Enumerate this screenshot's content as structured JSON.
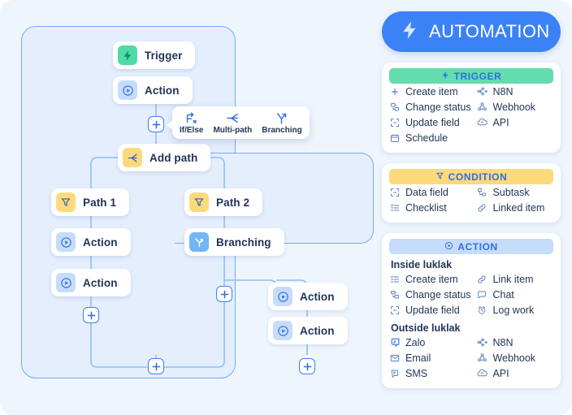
{
  "canvas": {
    "background": "#eff5fd",
    "flow_background": "#e4eefc",
    "flow_border": "#74abf5"
  },
  "flow": {
    "nodes": [
      {
        "id": "trigger",
        "label": "Trigger",
        "icon": "bolt-icon",
        "badge": "green"
      },
      {
        "id": "action-1",
        "label": "Action",
        "icon": "play-circle-icon",
        "badge": "lblue"
      },
      {
        "id": "add-path",
        "label": "Add path",
        "icon": "multipath-icon",
        "badge": "yellow"
      },
      {
        "id": "path-1",
        "label": "Path 1",
        "icon": "filter-icon",
        "badge": "yellow"
      },
      {
        "id": "path-2",
        "label": "Path 2",
        "icon": "filter-icon",
        "badge": "yellow"
      },
      {
        "id": "action-2",
        "label": "Action",
        "icon": "play-circle-icon",
        "badge": "lblue"
      },
      {
        "id": "branching",
        "label": "Branching",
        "icon": "branch-icon",
        "badge": "blue"
      },
      {
        "id": "action-3",
        "label": "Action",
        "icon": "play-circle-icon",
        "badge": "lblue"
      },
      {
        "id": "action-4",
        "label": "Action",
        "icon": "play-circle-icon",
        "badge": "lblue"
      },
      {
        "id": "action-5",
        "label": "Action",
        "icon": "play-circle-icon",
        "badge": "lblue"
      }
    ],
    "add_buttons": [
      {
        "id": "add-after-action-1"
      },
      {
        "id": "add-path1-end"
      },
      {
        "id": "add-branching-left"
      },
      {
        "id": "add-merge-bottom"
      },
      {
        "id": "add-right-bottom"
      }
    ]
  },
  "popup": {
    "items": [
      {
        "label": "If/Else",
        "icon": "if-else-icon"
      },
      {
        "label": "Multi-path",
        "icon": "multipath-icon"
      },
      {
        "label": "Branching",
        "icon": "branch-icon"
      }
    ]
  },
  "rail": {
    "automation": {
      "title": "AUTOMATION",
      "icon": "bolt-icon",
      "color": "#3b82f6"
    },
    "panels": [
      {
        "id": "trigger-panel",
        "title": "TRIGGER",
        "icon": "bolt-icon",
        "header_color": "#63ddae",
        "groups": [
          {
            "title": null,
            "col1": [
              {
                "label": "Create item",
                "icon": "plus-icon"
              },
              {
                "label": "Change status",
                "icon": "status-icon"
              },
              {
                "label": "Update field",
                "icon": "field-icon"
              },
              {
                "label": "Schedule",
                "icon": "calendar-icon"
              }
            ],
            "col2": [
              {
                "label": "N8N",
                "icon": "n8n-icon"
              },
              {
                "label": "Webhook",
                "icon": "webhook-icon"
              },
              {
                "label": "API",
                "icon": "api-icon"
              }
            ]
          }
        ]
      },
      {
        "id": "condition-panel",
        "title": "CONDITION",
        "icon": "filter-icon",
        "header_color": "#fcd97b",
        "groups": [
          {
            "title": null,
            "col1": [
              {
                "label": "Data field",
                "icon": "field-icon"
              },
              {
                "label": "Checklist",
                "icon": "checklist-icon"
              }
            ],
            "col2": [
              {
                "label": "Subtask",
                "icon": "subtask-icon"
              },
              {
                "label": "Linked item",
                "icon": "link-icon"
              }
            ]
          }
        ]
      },
      {
        "id": "action-panel",
        "title": "ACTION",
        "icon": "play-circle-icon",
        "header_color": "#c5dcfb",
        "groups": [
          {
            "title": "Inside luklak",
            "col1": [
              {
                "label": "Create item",
                "icon": "checklist-icon"
              },
              {
                "label": "Change status",
                "icon": "status-icon"
              },
              {
                "label": "Update field",
                "icon": "field-icon"
              }
            ],
            "col2": [
              {
                "label": "Link item",
                "icon": "link-icon"
              },
              {
                "label": "Chat",
                "icon": "chat-icon"
              },
              {
                "label": "Log work",
                "icon": "clock-icon"
              }
            ]
          },
          {
            "title": "Outside luklak",
            "col1": [
              {
                "label": "Zalo",
                "icon": "zalo-icon"
              },
              {
                "label": "Email",
                "icon": "mail-icon"
              },
              {
                "label": "SMS",
                "icon": "sms-icon"
              }
            ],
            "col2": [
              {
                "label": "N8N",
                "icon": "n8n-icon"
              },
              {
                "label": "Webhook",
                "icon": "webhook-icon"
              },
              {
                "label": "API",
                "icon": "api-icon"
              }
            ]
          }
        ]
      }
    ]
  }
}
